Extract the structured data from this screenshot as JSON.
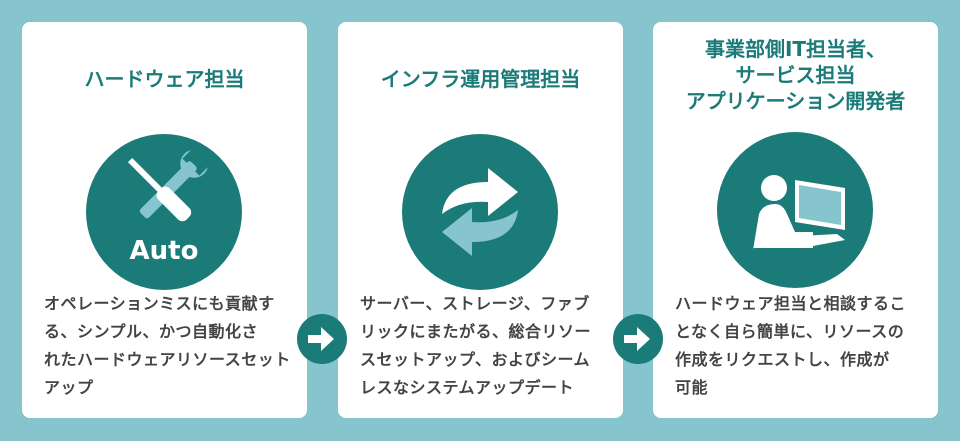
{
  "cards": [
    {
      "title_lines": [
        "ハードウェア担当"
      ],
      "icon": "tools-auto-icon",
      "badge": "Auto",
      "desc_lines": [
        "オペレーションミスにも貢献す",
        "る、シンプル、かつ自動化さ",
        "れたハードウェアリソースセット",
        "アップ"
      ]
    },
    {
      "title_lines": [
        "インフラ運用管理担当"
      ],
      "icon": "refresh-arrows-icon",
      "desc_lines": [
        "サーバー、ストレージ、ファブ",
        "リックにまたがる、総合リソー",
        "スセットアップ、およびシーム",
        "レスなシステムアップデート"
      ]
    },
    {
      "title_lines": [
        "事業部側IT担当者、",
        "サービス担当",
        "アプリケーション開発者"
      ],
      "icon": "user-computer-icon",
      "desc_lines": [
        "ハードウェア担当と相談するこ",
        "となく自ら簡単に、リソースの",
        "作成をリクエストし、作成が",
        "可能"
      ]
    }
  ],
  "colors": {
    "background": "#86c5cd",
    "accent": "#1b7b78",
    "light": "#86c5cd"
  }
}
